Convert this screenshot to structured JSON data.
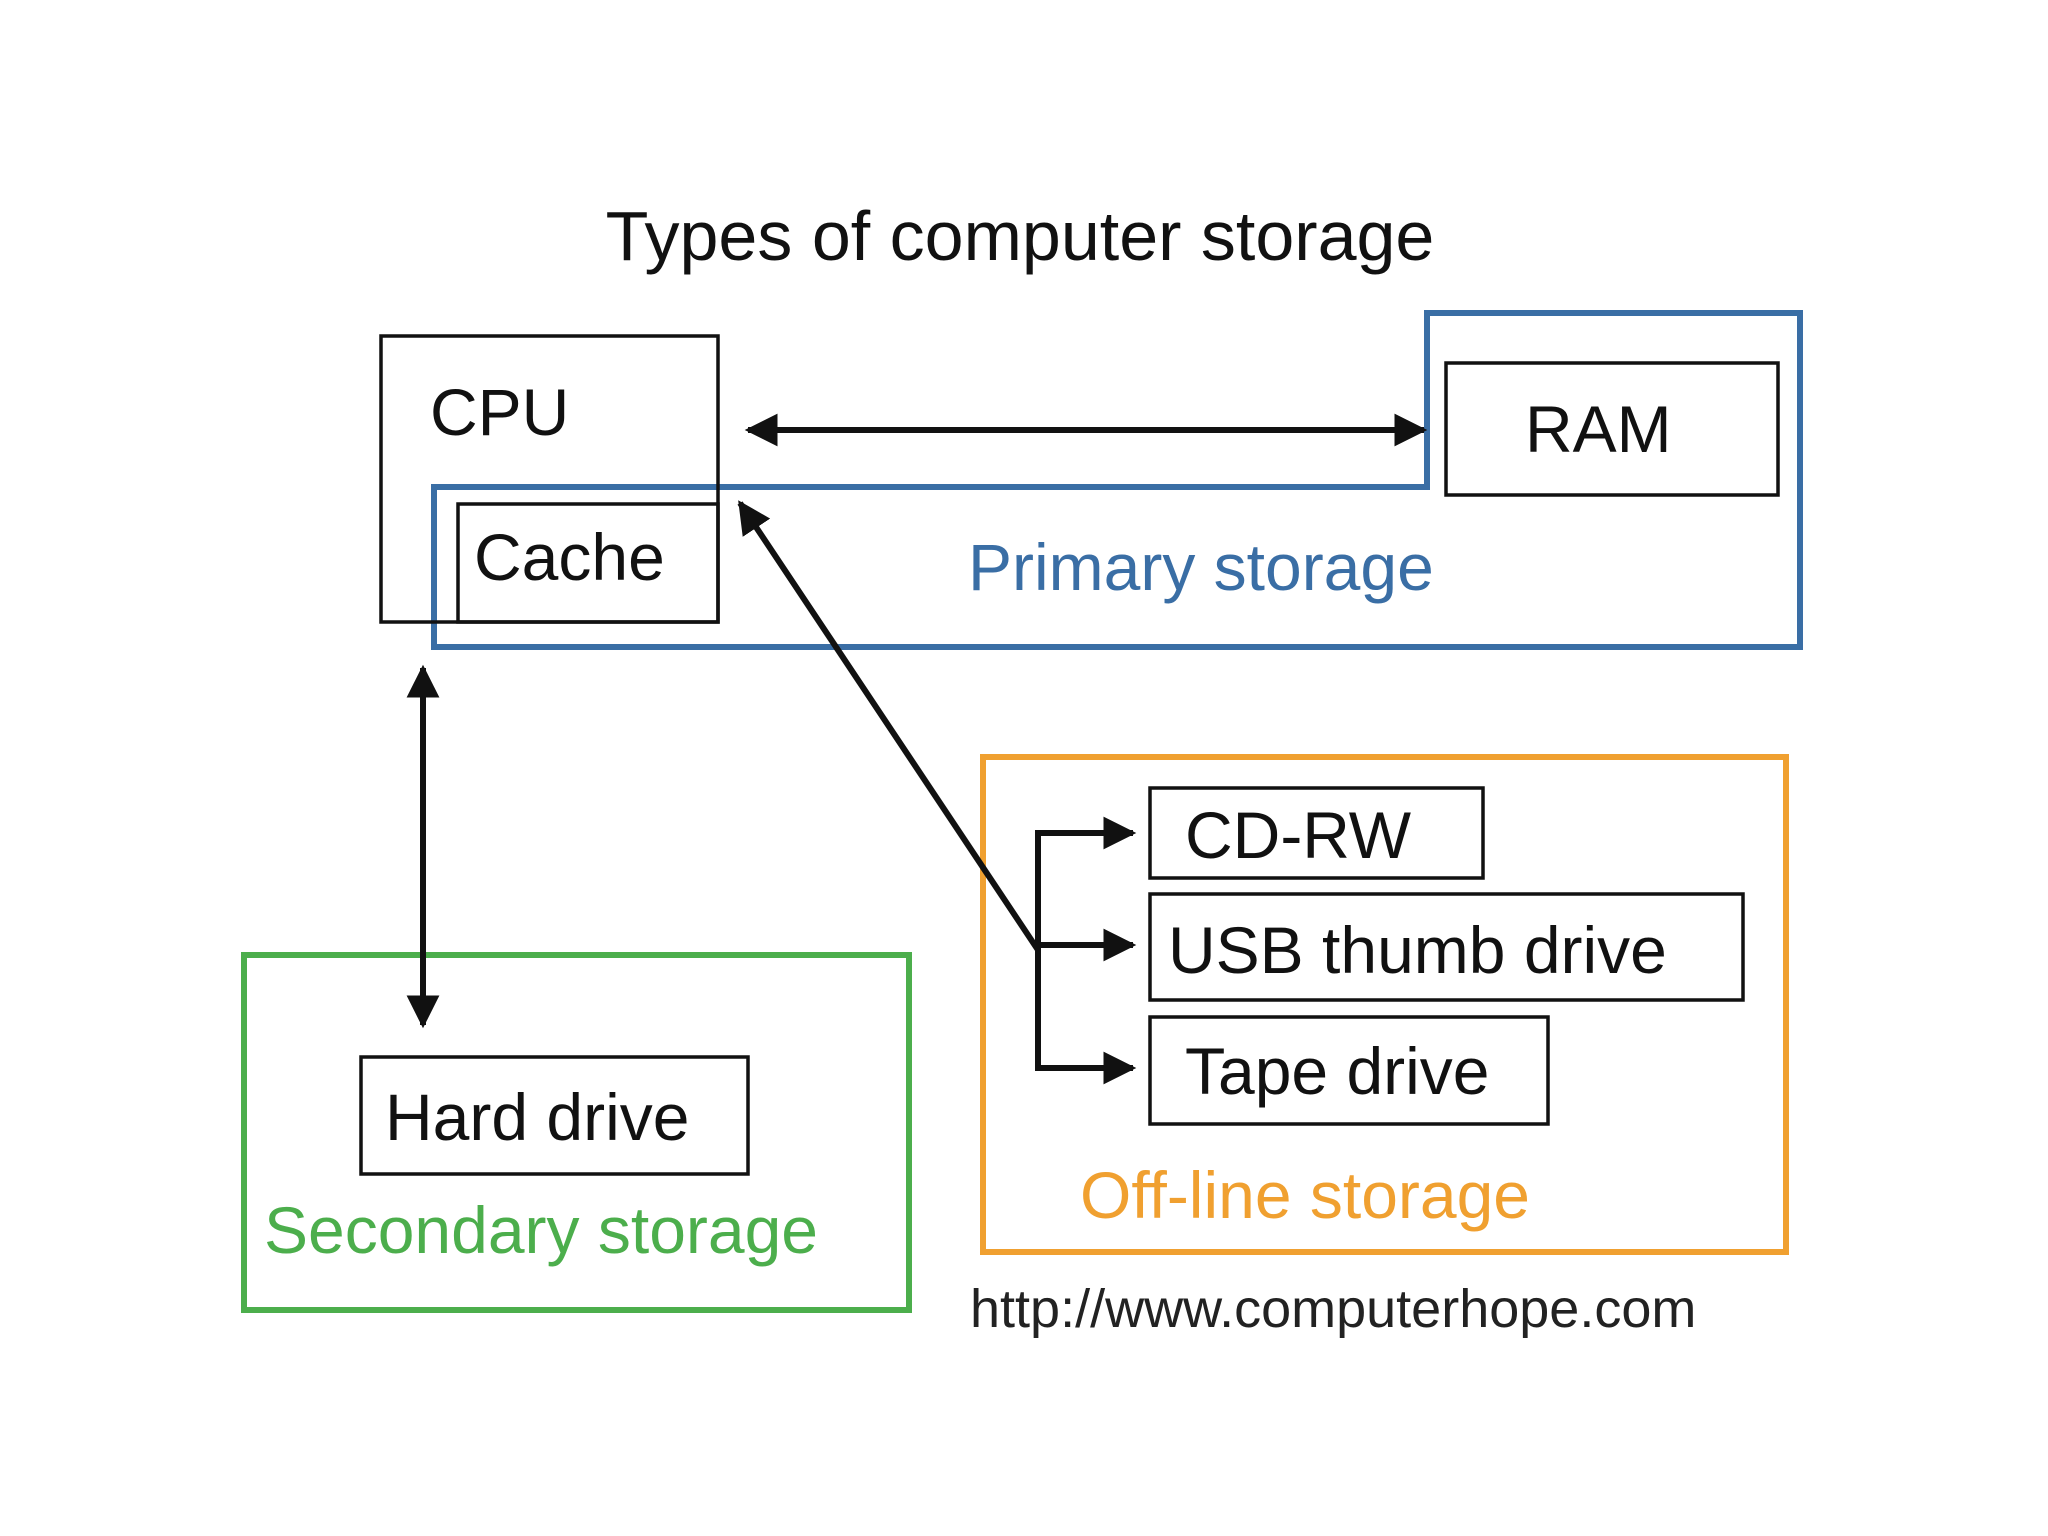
{
  "title": "Types of computer storage",
  "nodes": {
    "cpu": "CPU",
    "cache": "Cache",
    "ram": "RAM",
    "cd_rw": "CD-RW",
    "usb": "USB thumb drive",
    "tape": "Tape drive",
    "hard_drive": "Hard drive"
  },
  "groups": {
    "primary": {
      "label": "Primary storage",
      "color": "#3a6ea5"
    },
    "secondary": {
      "label": "Secondary storage",
      "color": "#4cae4c"
    },
    "offline": {
      "label": "Off-line storage",
      "color": "#f0a030"
    }
  },
  "source": "http://www.computerhope.com",
  "colors": {
    "box_stroke": "#111111",
    "arrow": "#111111"
  }
}
